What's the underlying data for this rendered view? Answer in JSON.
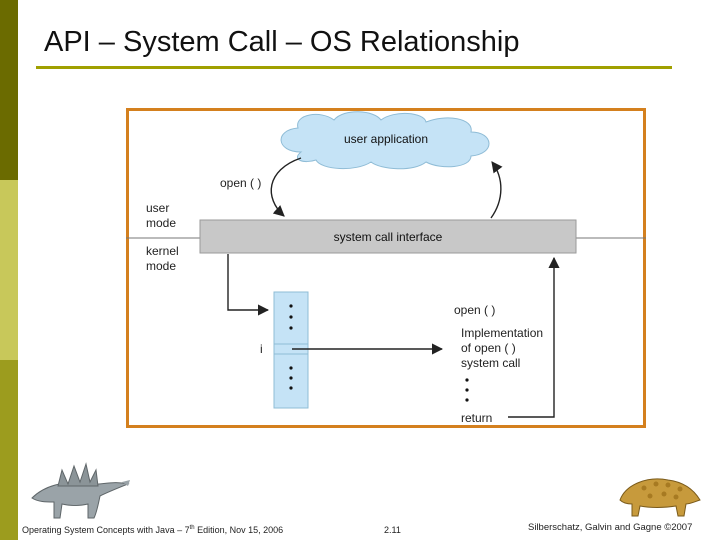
{
  "slide": {
    "title": "API – System Call – OS Relationship",
    "colors": {
      "accent": "#a0a000",
      "frame": "#d4801e",
      "cloud": "#c5e3f6",
      "bar": "#c8c8c8"
    }
  },
  "diagram": {
    "user_application": "user application",
    "open_call": "open ( )",
    "user_mode": [
      "user",
      "mode"
    ],
    "kernel_mode": [
      "kernel",
      "mode"
    ],
    "system_call_interface": "system call interface",
    "index_label": "i",
    "kernel_open": "open ( )",
    "implementation": [
      "Implementation",
      "of open ( )",
      "system call"
    ],
    "return_label": "return"
  },
  "footer": {
    "book": "Operating System Concepts with Java – 7",
    "book_sup": "th",
    "book_rest": " Edition, Nov 15, 2006",
    "page_number": "2.11",
    "copyright": "Silberschatz, Galvin and Gagne ©2007"
  }
}
